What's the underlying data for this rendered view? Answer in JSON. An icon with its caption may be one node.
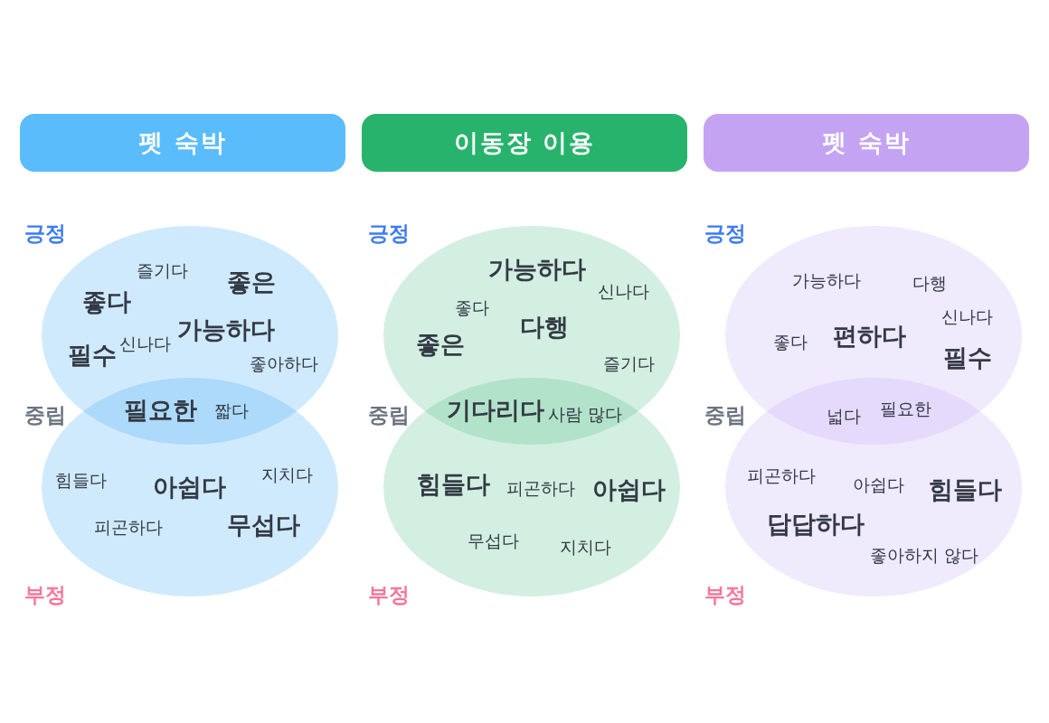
{
  "diagram": {
    "nodes": [
      {
        "text": [
          "펫 숙박"
        ]
      },
      {
        "text": [
          "이동장 이용"
        ]
      },
      {
        "text": [
          "펫 숙박"
        ]
      },
      {
        "text": [
          "즐기다",
          "좋은",
          "좋다",
          "가능하다",
          "신나다",
          "필수",
          "좋아하다"
        ]
      },
      {
        "text": [
          "필요한",
          "짧다"
        ]
      },
      {
        "text": [
          "지치다",
          "힘들다",
          "아쉽다",
          "무섭다",
          "피곤하다"
        ]
      },
      {
        "text": [
          "가능하다",
          "신나다",
          "좋다",
          "다행",
          "좋은",
          "즐기다"
        ]
      },
      {
        "text": [
          "기다리다",
          "사람 많다"
        ]
      },
      {
        "text": [
          "힘들다",
          "피곤하다",
          "아쉽다",
          "무섭다",
          "지치다"
        ]
      },
      {
        "text": [
          "가능하다",
          "다행",
          "신나다",
          "편하다",
          "좋다",
          "필수"
        ]
      },
      {
        "text": [
          "필요한",
          "넓다"
        ]
      },
      {
        "text": [
          "피곤하다",
          "아쉽다",
          "힘들다",
          "답답하다",
          "좋아하지 않다"
        ]
      }
    ],
    "labels": [
      "긍정",
      "긍정",
      "긍정",
      "중립",
      "중립",
      "중립",
      "부정",
      "부정",
      "부정"
    ]
  }
}
